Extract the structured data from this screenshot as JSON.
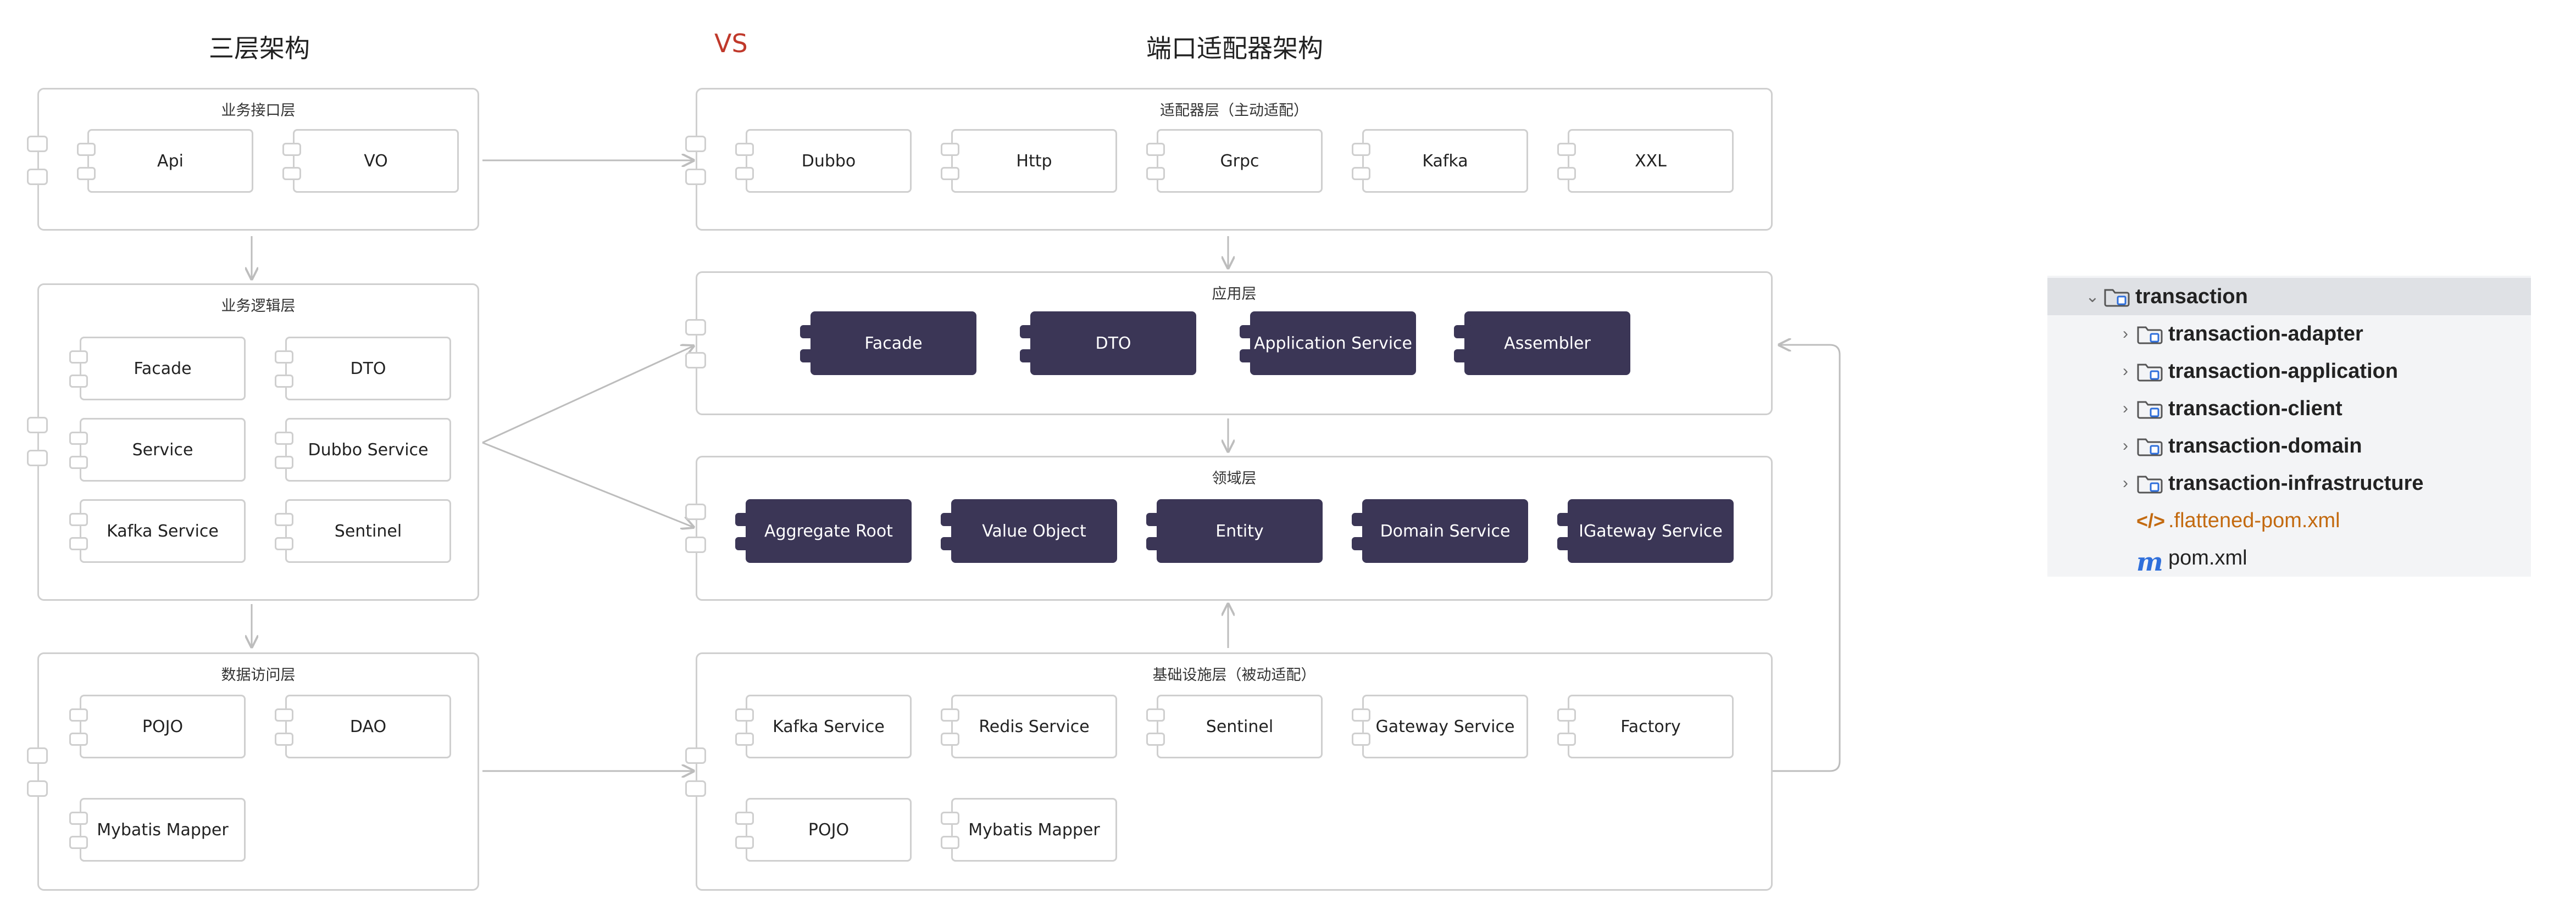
{
  "headings": {
    "left": "三层架构",
    "vs": "VS",
    "right": "端口适配器架构"
  },
  "three_layer": {
    "interface_layer": {
      "label": "业务接口层",
      "items": [
        "Api",
        "VO"
      ]
    },
    "logic_layer": {
      "label": "业务逻辑层",
      "items": [
        "Facade",
        "DTO",
        "Service",
        "Dubbo Service",
        "Kafka Service",
        "Sentinel"
      ]
    },
    "data_layer": {
      "label": "数据访问层",
      "items": [
        "POJO",
        "DAO",
        "Mybatis Mapper"
      ]
    }
  },
  "hexagonal": {
    "adapter_layer": {
      "label": "适配器层（主动适配）",
      "items": [
        "Dubbo",
        "Http",
        "Grpc",
        "Kafka",
        "XXL"
      ]
    },
    "application_layer": {
      "label": "应用层",
      "items": [
        "Facade",
        "DTO",
        "Application Service",
        "Assembler"
      ]
    },
    "domain_layer": {
      "label": "领域层",
      "items": [
        "Aggregate Root",
        "Value Object",
        "Entity",
        "Domain Service",
        "IGateway Service"
      ]
    },
    "infrastructure_layer": {
      "label": "基础设施层（被动适配）",
      "items": [
        "Kafka Service",
        "Redis Service",
        "Sentinel",
        "Gateway Service",
        "Factory",
        "POJO",
        "Mybatis Mapper"
      ]
    }
  },
  "colors": {
    "dark_component": "#3b3656",
    "border": "#cfcfcf",
    "arrow": "#bdbdbd",
    "vs_accent": "#c0392b",
    "tree_panel": "#f3f4f6",
    "tree_selected": "#dfe1e5",
    "folder_icon": "#2f6fdb"
  },
  "project_tree": {
    "root": {
      "label": "transaction",
      "icon": "module-folder-icon",
      "expanded": true
    },
    "modules": [
      {
        "label": "transaction-adapter",
        "icon": "module-folder-icon"
      },
      {
        "label": "transaction-application",
        "icon": "module-folder-icon"
      },
      {
        "label": "transaction-client",
        "icon": "module-folder-icon"
      },
      {
        "label": "transaction-domain",
        "icon": "module-folder-icon"
      },
      {
        "label": "transaction-infrastructure",
        "icon": "module-folder-icon"
      }
    ],
    "files": [
      {
        "label": ".flattened-pom.xml",
        "icon": "xml-code-icon",
        "icon_text": "</>"
      },
      {
        "label": "pom.xml",
        "icon": "maven-icon",
        "icon_text": "m"
      }
    ]
  }
}
